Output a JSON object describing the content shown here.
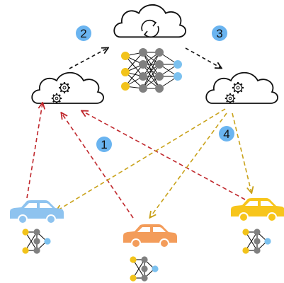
{
  "steps": [
    {
      "label": "1"
    },
    {
      "label": "2"
    },
    {
      "label": "3"
    },
    {
      "label": "4"
    }
  ],
  "colors": {
    "step_badge": "#6ab4f0",
    "upload_arrow": "#c0282d",
    "download_arrow": "#c9a21a",
    "cloud_arrow": "#111111",
    "car_blue": "#8ec3ef",
    "car_orange": "#f39c5a",
    "car_yellow": "#f7c51b",
    "node_yellow": "#f2c31b",
    "node_gray": "#808080",
    "node_blue": "#7cc1ef"
  },
  "icons": [
    "cloud-sync-icon",
    "cloud-gear-icon",
    "neural-network-icon",
    "car-icon"
  ]
}
